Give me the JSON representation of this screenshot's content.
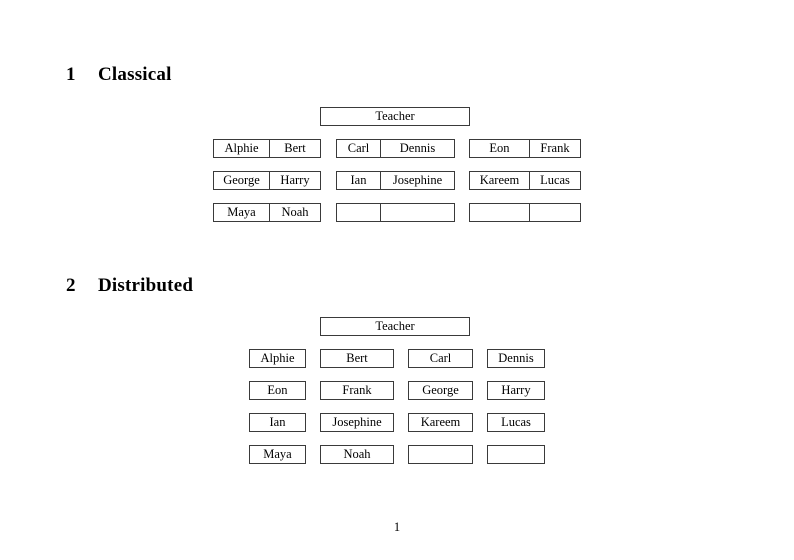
{
  "page": {
    "page_number": "1"
  },
  "sections": [
    {
      "number": "1",
      "title": "Classical",
      "layout": "paired-columns",
      "teacher_label": "Teacher",
      "columns": [
        {
          "rows": [
            {
              "left": "Alphie",
              "right": "Bert"
            },
            {
              "left": "George",
              "right": "Harry"
            },
            {
              "left": "Maya",
              "right": "Noah"
            }
          ]
        },
        {
          "rows": [
            {
              "left": "Carl",
              "right": "Dennis"
            },
            {
              "left": "Ian",
              "right": "Josephine"
            },
            {
              "left": "",
              "right": ""
            }
          ]
        },
        {
          "rows": [
            {
              "left": "Eon",
              "right": "Frank"
            },
            {
              "left": "Kareem",
              "right": "Lucas"
            },
            {
              "left": "",
              "right": ""
            }
          ]
        }
      ]
    },
    {
      "number": "2",
      "title": "Distributed",
      "layout": "single-boxes",
      "teacher_label": "Teacher",
      "rows": [
        [
          "Alphie",
          "Bert",
          "Carl",
          "Dennis"
        ],
        [
          "Eon",
          "Frank",
          "George",
          "Harry"
        ],
        [
          "Ian",
          "Josephine",
          "Kareem",
          "Lucas"
        ],
        [
          "Maya",
          "Noah",
          "",
          ""
        ]
      ]
    }
  ]
}
